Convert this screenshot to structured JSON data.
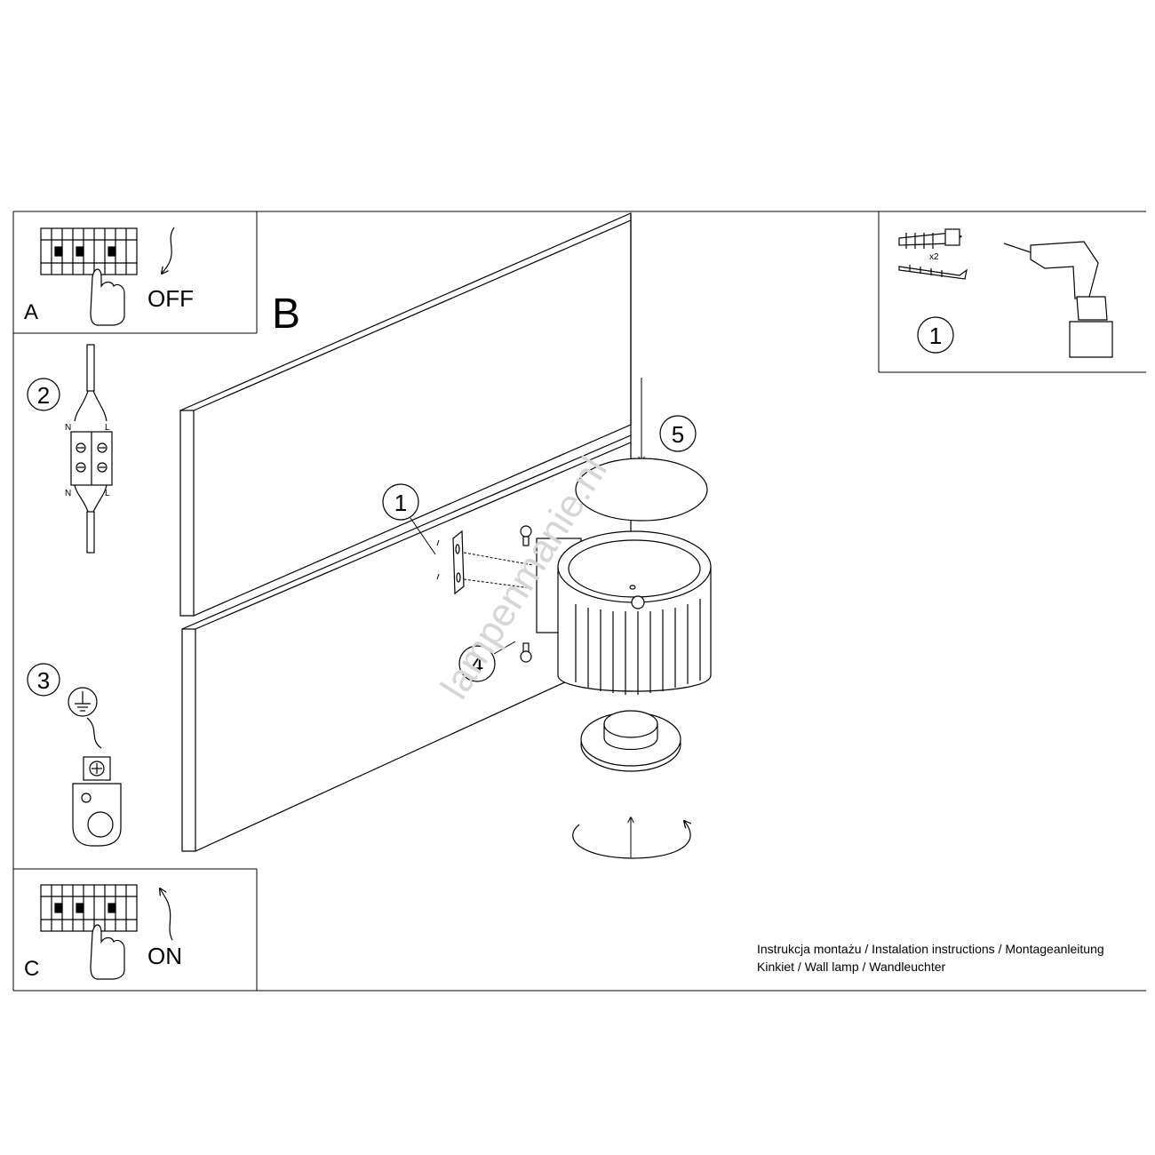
{
  "panel_a": {
    "letter": "A",
    "switch_label": "OFF"
  },
  "panel_c": {
    "letter": "C",
    "switch_label": "ON"
  },
  "main": {
    "letter": "B"
  },
  "steps": {
    "s1": "1",
    "s2": "2",
    "s3": "3",
    "s4": "4",
    "s5": "5"
  },
  "wiring": {
    "n_top": "N",
    "l_top": "L",
    "n_bottom": "N",
    "l_bottom": "L"
  },
  "tools": {
    "step": "1",
    "quantity": "x2"
  },
  "watermark": "lampenmanie.nl",
  "footer": {
    "line1": "Instrukcja montażu / Instalation instructions / Montageanleitung",
    "line2": "Kinkiet / Wall lamp / Wandleuchter"
  }
}
